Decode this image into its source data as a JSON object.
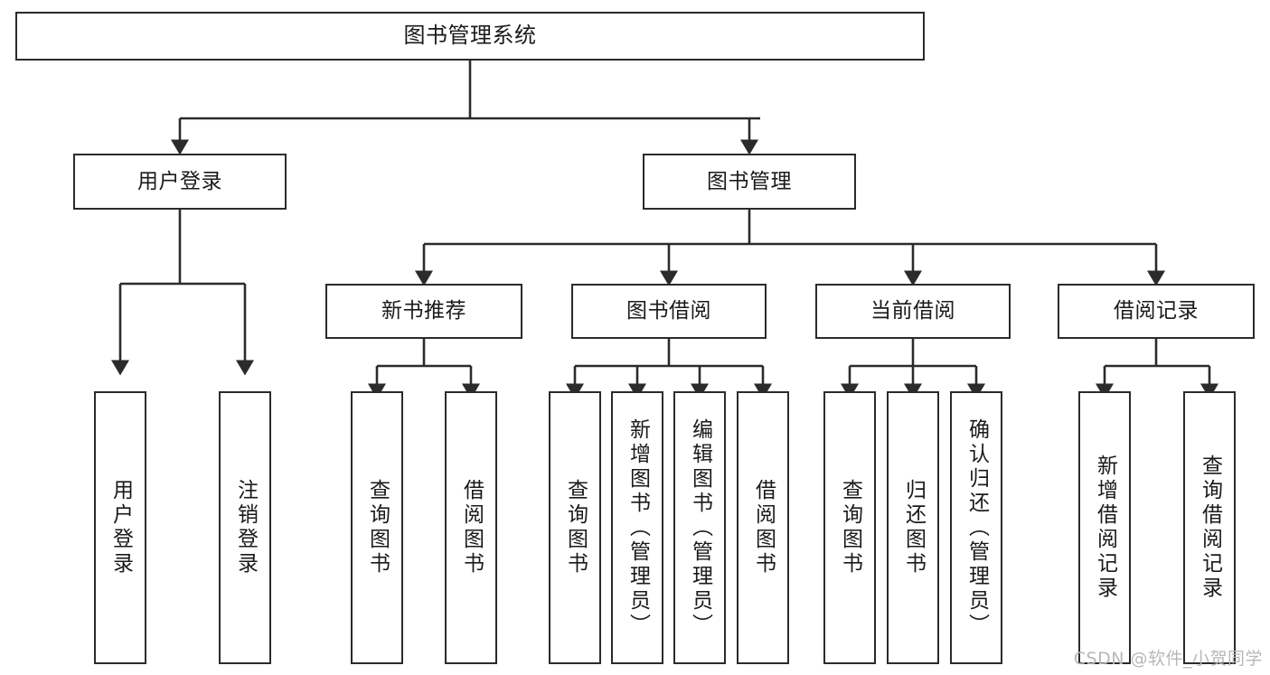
{
  "diagram": {
    "title": "图书管理系统",
    "watermark": "CSDN @软件_小贺同学",
    "colors": {
      "box_border": "#2b2b2b",
      "box_fill": "#ffffff",
      "edge": "#2b2b2b",
      "text": "#1a1a1a",
      "watermark": "#b8b8b8",
      "background": "#ffffff"
    },
    "root": {
      "label": "图书管理系统"
    },
    "level2": [
      {
        "label": "用户登录"
      },
      {
        "label": "图书管理"
      }
    ],
    "level3": [
      {
        "label": "新书推荐"
      },
      {
        "label": "图书借阅"
      },
      {
        "label": "当前借阅"
      },
      {
        "label": "借阅记录"
      }
    ],
    "leaves": {
      "user_login": [
        {
          "label": "用户登录"
        },
        {
          "label": "注销登录"
        }
      ],
      "new_book_recommend": [
        {
          "label": "查询图书"
        },
        {
          "label": "借阅图书"
        }
      ],
      "book_borrow": [
        {
          "label": "查询图书"
        },
        {
          "label": "新增图书（管理员）"
        },
        {
          "label": "编辑图书（管理员）"
        },
        {
          "label": "借阅图书"
        }
      ],
      "current_borrow": [
        {
          "label": "查询图书"
        },
        {
          "label": "归还图书"
        },
        {
          "label": "确认归还（管理员）"
        }
      ],
      "borrow_record": [
        {
          "label": "新增借阅记录"
        },
        {
          "label": "查询借阅记录"
        }
      ]
    }
  }
}
